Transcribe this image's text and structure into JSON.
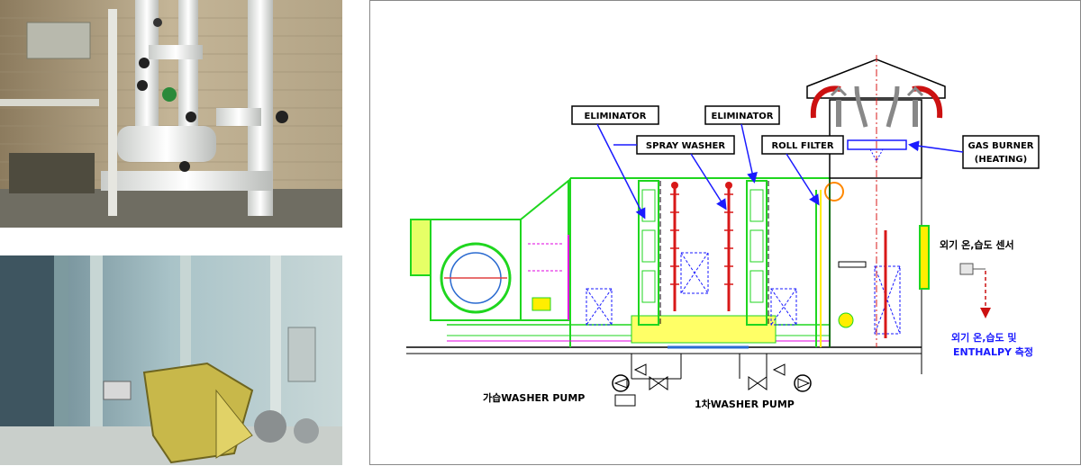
{
  "labels": {
    "eliminator_1": "ELIMINATOR",
    "eliminator_2": "ELIMINATOR",
    "spray_washer": "SPRAY WASHER",
    "roll_filter": "ROLL FILTER",
    "gas_burner_line1": "GAS BURNER",
    "gas_burner_line2": "(HEATING)",
    "sensor": "외기 온,습도 센서",
    "measure_line1": "외기 온,습도 및",
    "measure_line2": "ENTHALPY 측정",
    "pump_left": "가습WASHER PUMP",
    "pump_right": "1차WASHER PUMP"
  },
  "colors": {
    "label_blue": "#1a1aff",
    "outline_black": "#000000",
    "green": "#1fd61f",
    "magenta": "#e000e0",
    "yellow": "#ffee00",
    "red": "#d81818",
    "arrow_red": "#cc1111"
  }
}
